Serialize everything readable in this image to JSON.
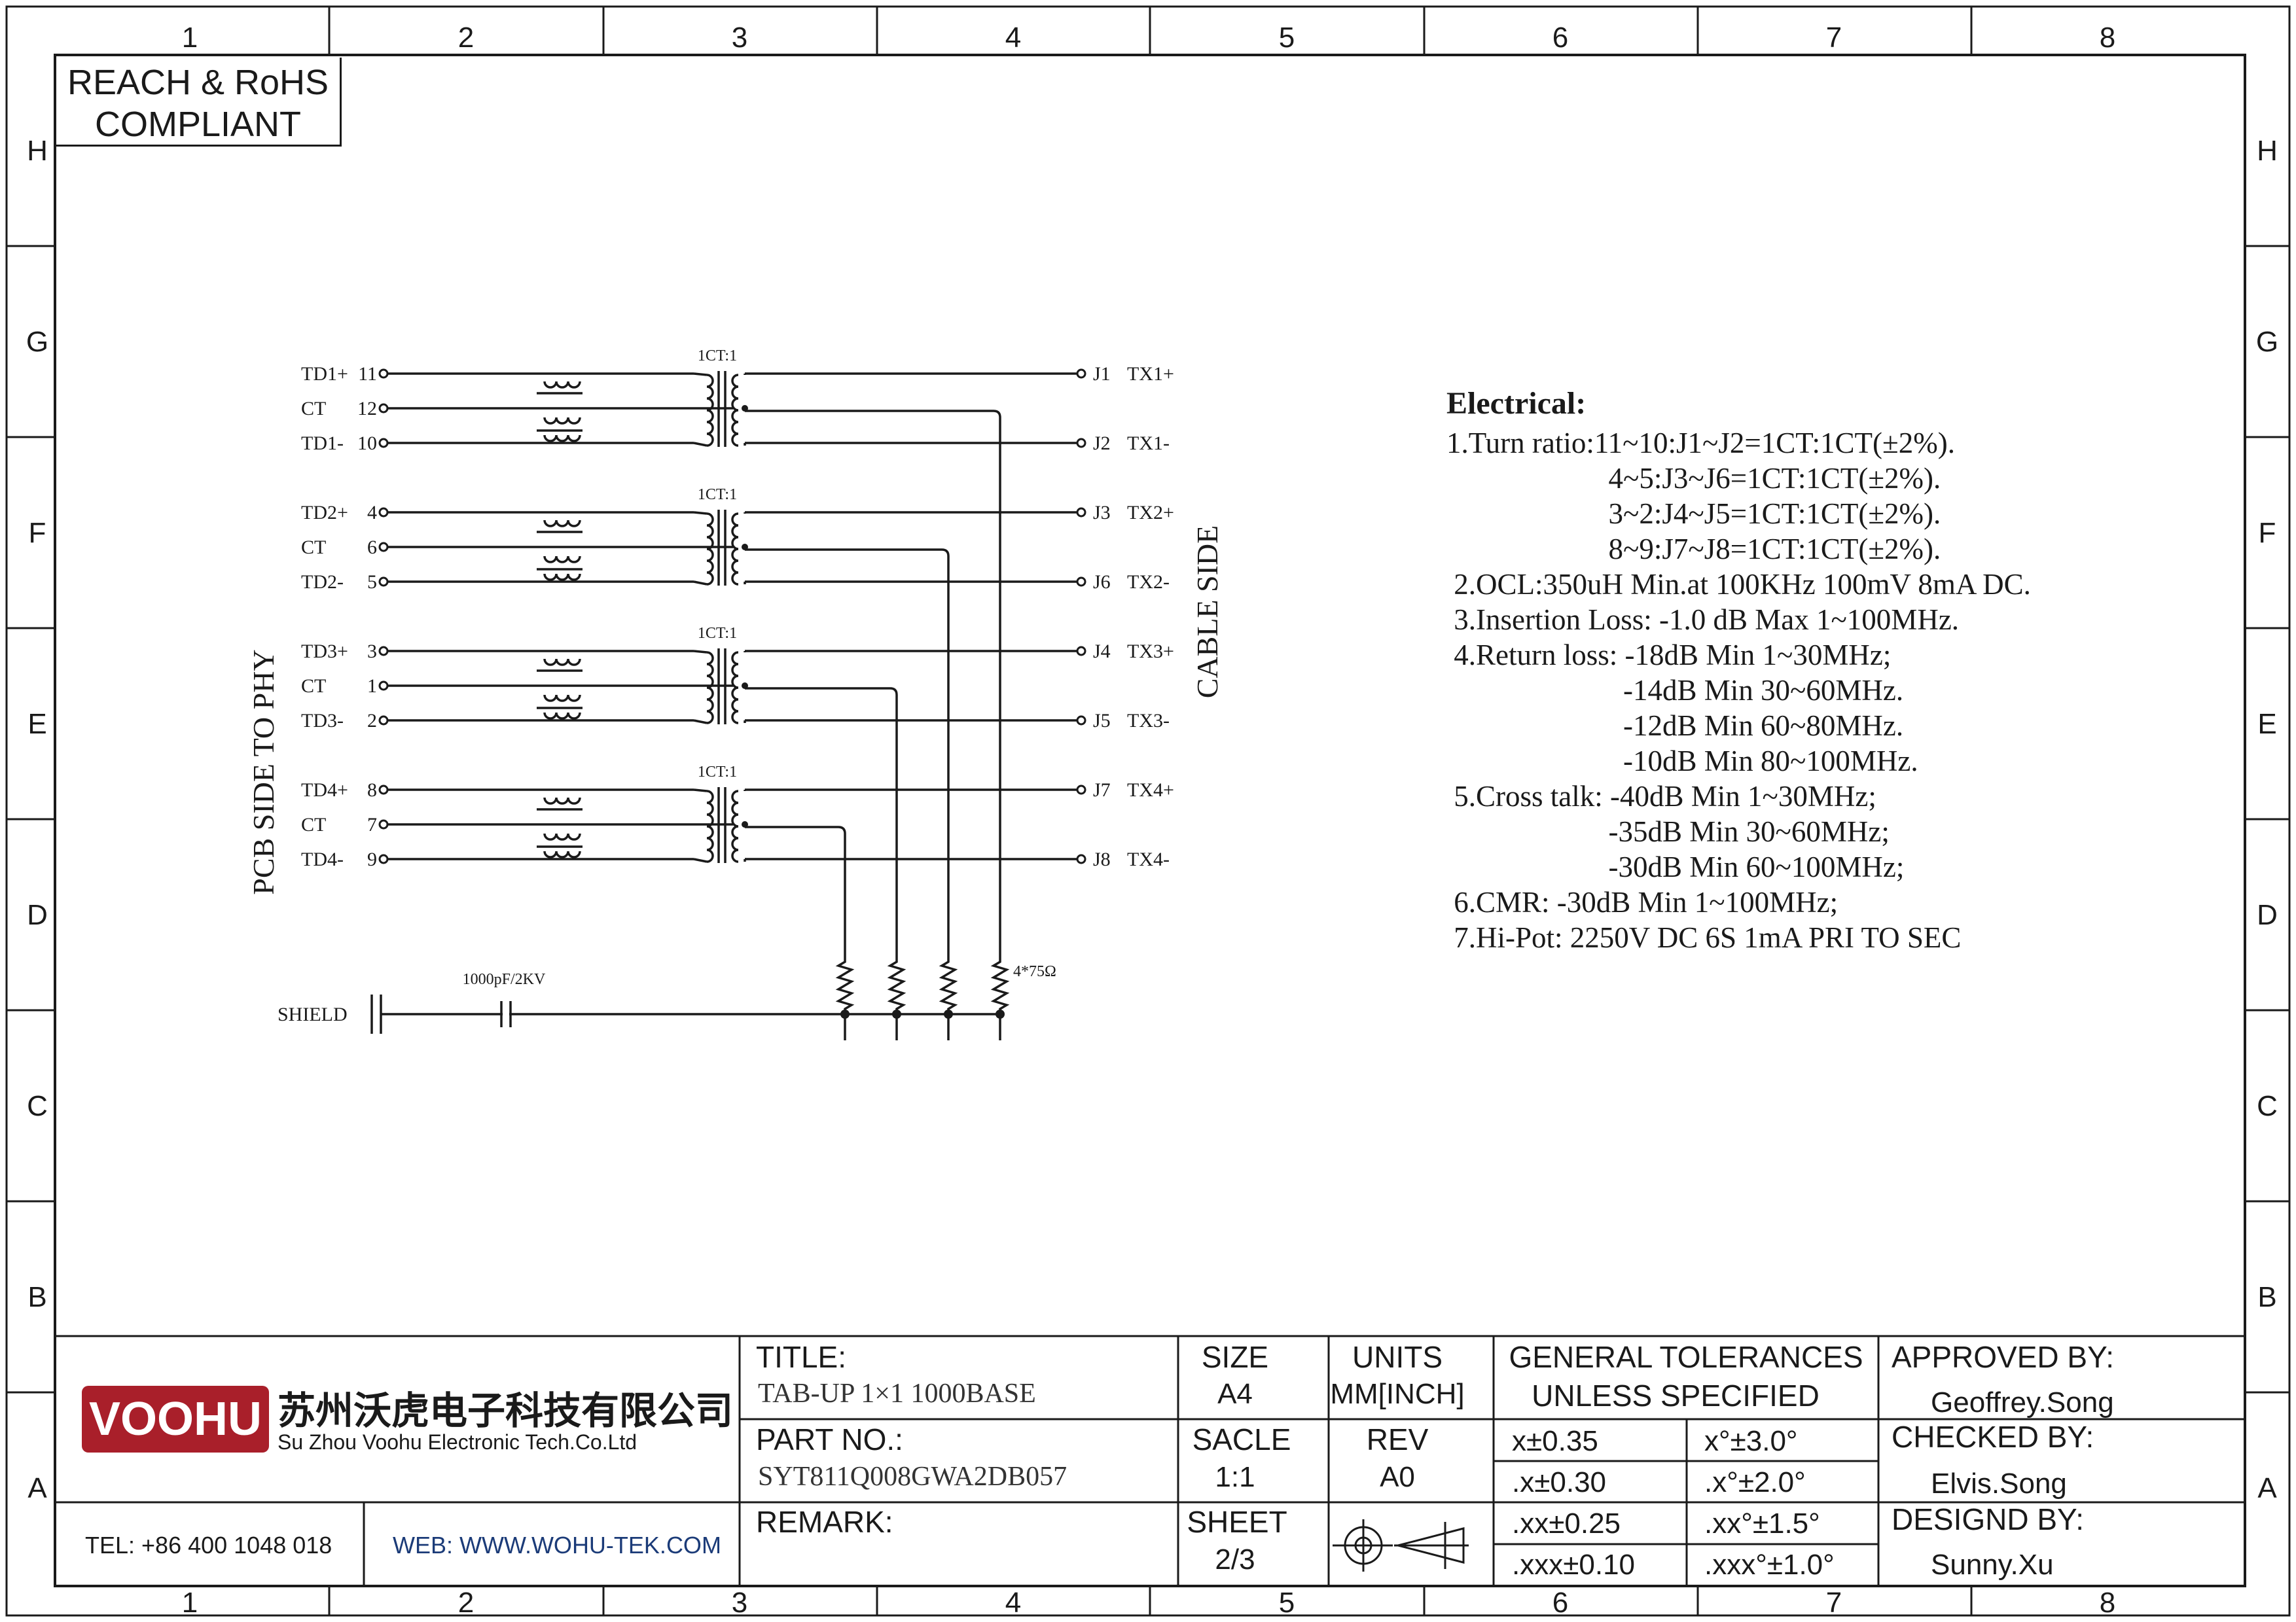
{
  "compliance": {
    "line1": "REACH & RoHS",
    "line2": "COMPLIANT"
  },
  "zones": {
    "columns": [
      "1",
      "2",
      "3",
      "4",
      "5",
      "6",
      "7",
      "8"
    ],
    "rows": [
      "H",
      "G",
      "F",
      "E",
      "D",
      "C",
      "B",
      "A"
    ]
  },
  "schematic": {
    "left_side_label": "PCB SIDE TO PHY",
    "right_side_label": "CABLE SIDE",
    "transformer_ratio": "1CT:1",
    "channels": [
      {
        "pins": [
          {
            "name": "TD1+",
            "num": "11"
          },
          {
            "name": "CT",
            "num": "12"
          },
          {
            "name": "TD1-",
            "num": "10"
          }
        ],
        "outputs": [
          {
            "j": "J1",
            "sig": "TX1+"
          },
          {
            "j": "J2",
            "sig": "TX1-"
          }
        ]
      },
      {
        "pins": [
          {
            "name": "TD2+",
            "num": "4"
          },
          {
            "name": "CT",
            "num": "6"
          },
          {
            "name": "TD2-",
            "num": "5"
          }
        ],
        "outputs": [
          {
            "j": "J3",
            "sig": "TX2+"
          },
          {
            "j": "J6",
            "sig": "TX2-"
          }
        ]
      },
      {
        "pins": [
          {
            "name": "TD3+",
            "num": "3"
          },
          {
            "name": "CT",
            "num": "1"
          },
          {
            "name": "TD3-",
            "num": "2"
          }
        ],
        "outputs": [
          {
            "j": "J4",
            "sig": "TX3+"
          },
          {
            "j": "J5",
            "sig": "TX3-"
          }
        ]
      },
      {
        "pins": [
          {
            "name": "TD4+",
            "num": "8"
          },
          {
            "name": "CT",
            "num": "7"
          },
          {
            "name": "TD4-",
            "num": "9"
          }
        ],
        "outputs": [
          {
            "j": "J7",
            "sig": "TX4+"
          },
          {
            "j": "J8",
            "sig": "TX4-"
          }
        ]
      }
    ],
    "shield_label": "SHIELD",
    "capacitor_label": "1000pF/2KV",
    "resistor_label": "4*75Ω"
  },
  "electrical": {
    "heading": "Electrical:",
    "lines": [
      "1.Turn ratio:11~10:J1~J2=1CT:1CT(±2%).",
      "                      4~5:J3~J6=1CT:1CT(±2%).",
      "                      3~2:J4~J5=1CT:1CT(±2%).",
      "                      8~9:J7~J8=1CT:1CT(±2%).",
      " 2.OCL:350uH Min.at 100KHz 100mV 8mA DC.",
      " 3.Insertion Loss: -1.0 dB Max 1~100MHz.",
      " 4.Return loss: -18dB Min 1~30MHz;",
      "                        -14dB Min 30~60MHz.",
      "                        -12dB Min 60~80MHz.",
      "                        -10dB Min 80~100MHz.",
      " 5.Cross talk: -40dB Min 1~30MHz;",
      "                      -35dB Min 30~60MHz;",
      "                      -30dB Min 60~100MHz;",
      " 6.CMR: -30dB Min 1~100MHz;",
      " 7.Hi-Pot: 2250V DC 6S 1mA PRI TO SEC"
    ]
  },
  "titleblock": {
    "logo": "VOOHU",
    "company_cn": "苏州沃虎电子科技有限公司",
    "company_en": "Su Zhou Voohu Electronic Tech.Co.Ltd",
    "tel": "TEL: +86 400 1048 018",
    "web": "WEB: WWW.WOHU-TEK.COM",
    "title_label": "TITLE:",
    "title_value": "TAB-UP 1×1 1000BASE",
    "part_label": "PART NO.:",
    "part_value": "SYT811Q008GWA2DB057",
    "remark_label": "REMARK:",
    "size_label": "SIZE",
    "size_value": "A4",
    "units_label": "UNITS",
    "units_value": "MM[INCH]",
    "scale_label": "SACLE",
    "scale_value": "1:1",
    "rev_label": "REV",
    "rev_value": "A0",
    "sheet_label": "SHEET",
    "sheet_value": "2/3",
    "tol_label1": "GENERAL TOLERANCES",
    "tol_label2": "UNLESS SPECIFIED",
    "tol_rows": [
      [
        "x±0.35",
        "x°±3.0°"
      ],
      [
        ".x±0.30",
        ".x°±2.0°"
      ],
      [
        ".xx±0.25",
        ".xx°±1.5°"
      ],
      [
        ".xxx±0.10",
        ".xxx°±1.0°"
      ]
    ],
    "approved_label": "APPROVED BY:",
    "approved_value": "Geoffrey.Song",
    "checked_label": "CHECKED BY:",
    "checked_value": "Elvis.Song",
    "designed_label": "DESIGND BY:",
    "designed_value": "Sunny.Xu"
  }
}
